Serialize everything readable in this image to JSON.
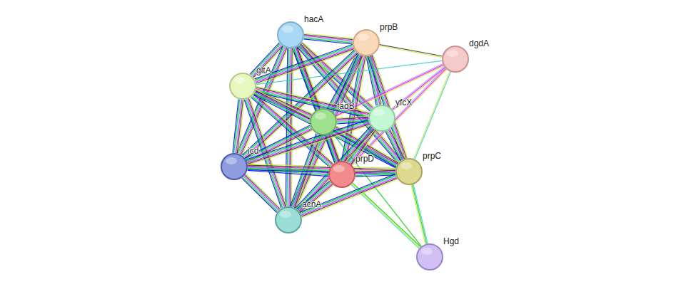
{
  "diagram": {
    "nodes": [
      {
        "text": [
          "hacA"
        ]
      },
      {
        "text": [
          "prpB"
        ]
      },
      {
        "text": [
          "dgdA"
        ]
      },
      {
        "text": [
          "gltA"
        ]
      },
      {
        "text": [
          "fadB"
        ]
      },
      {
        "text": [
          "yfcX"
        ]
      },
      {
        "text": [
          "icd"
        ]
      },
      {
        "text": [
          "prpD"
        ]
      },
      {
        "text": [
          "prpC"
        ]
      },
      {
        "text": [
          "acnA"
        ]
      },
      {
        "text": [
          "Hgd"
        ]
      }
    ],
    "edges": [
      {
        "from": 0,
        "to": 1,
        "arrow": "none"
      },
      {
        "from": 0,
        "to": 3,
        "arrow": "none"
      },
      {
        "from": 0,
        "to": 4,
        "arrow": "none"
      },
      {
        "from": 0,
        "to": 5,
        "arrow": "none"
      },
      {
        "from": 0,
        "to": 6,
        "arrow": "none"
      },
      {
        "from": 0,
        "to": 7,
        "arrow": "none"
      },
      {
        "from": 0,
        "to": 8,
        "arrow": "none"
      },
      {
        "from": 0,
        "to": 9,
        "arrow": "none"
      },
      {
        "from": 1,
        "to": 2,
        "arrow": "none"
      },
      {
        "from": 1,
        "to": 3,
        "arrow": "none"
      },
      {
        "from": 1,
        "to": 4,
        "arrow": "none"
      },
      {
        "from": 1,
        "to": 5,
        "arrow": "none"
      },
      {
        "from": 1,
        "to": 7,
        "arrow": "none"
      },
      {
        "from": 1,
        "to": 8,
        "arrow": "none"
      },
      {
        "from": 1,
        "to": 6,
        "arrow": "none"
      },
      {
        "from": 1,
        "to": 9,
        "arrow": "none"
      },
      {
        "from": 2,
        "to": 3,
        "arrow": "none"
      },
      {
        "from": 2,
        "to": 4,
        "arrow": "none"
      },
      {
        "from": 2,
        "to": 5,
        "arrow": "none"
      },
      {
        "from": 2,
        "to": 7,
        "arrow": "none"
      },
      {
        "from": 2,
        "to": 8,
        "arrow": "none"
      },
      {
        "from": 3,
        "to": 4,
        "arrow": "none"
      },
      {
        "from": 3,
        "to": 5,
        "arrow": "none"
      },
      {
        "from": 3,
        "to": 6,
        "arrow": "none"
      },
      {
        "from": 3,
        "to": 7,
        "arrow": "none"
      },
      {
        "from": 3,
        "to": 8,
        "arrow": "none"
      },
      {
        "from": 3,
        "to": 9,
        "arrow": "none"
      },
      {
        "from": 4,
        "to": 5,
        "arrow": "none"
      },
      {
        "from": 4,
        "to": 6,
        "arrow": "none"
      },
      {
        "from": 4,
        "to": 7,
        "arrow": "none"
      },
      {
        "from": 4,
        "to": 8,
        "arrow": "none"
      },
      {
        "from": 4,
        "to": 9,
        "arrow": "none"
      },
      {
        "from": 4,
        "to": 10,
        "arrow": "none"
      },
      {
        "from": 5,
        "to": 6,
        "arrow": "none"
      },
      {
        "from": 5,
        "to": 7,
        "arrow": "none"
      },
      {
        "from": 5,
        "to": 8,
        "arrow": "none"
      },
      {
        "from": 5,
        "to": 9,
        "arrow": "none"
      },
      {
        "from": 6,
        "to": 7,
        "arrow": "none"
      },
      {
        "from": 6,
        "to": 8,
        "arrow": "none"
      },
      {
        "from": 6,
        "to": 9,
        "arrow": "none"
      },
      {
        "from": 7,
        "to": 8,
        "arrow": "none"
      },
      {
        "from": 7,
        "to": 9,
        "arrow": "none"
      },
      {
        "from": 7,
        "to": 10,
        "arrow": "none"
      },
      {
        "from": 8,
        "to": 9,
        "arrow": "none"
      },
      {
        "from": 8,
        "to": 10,
        "arrow": "none"
      }
    ]
  }
}
